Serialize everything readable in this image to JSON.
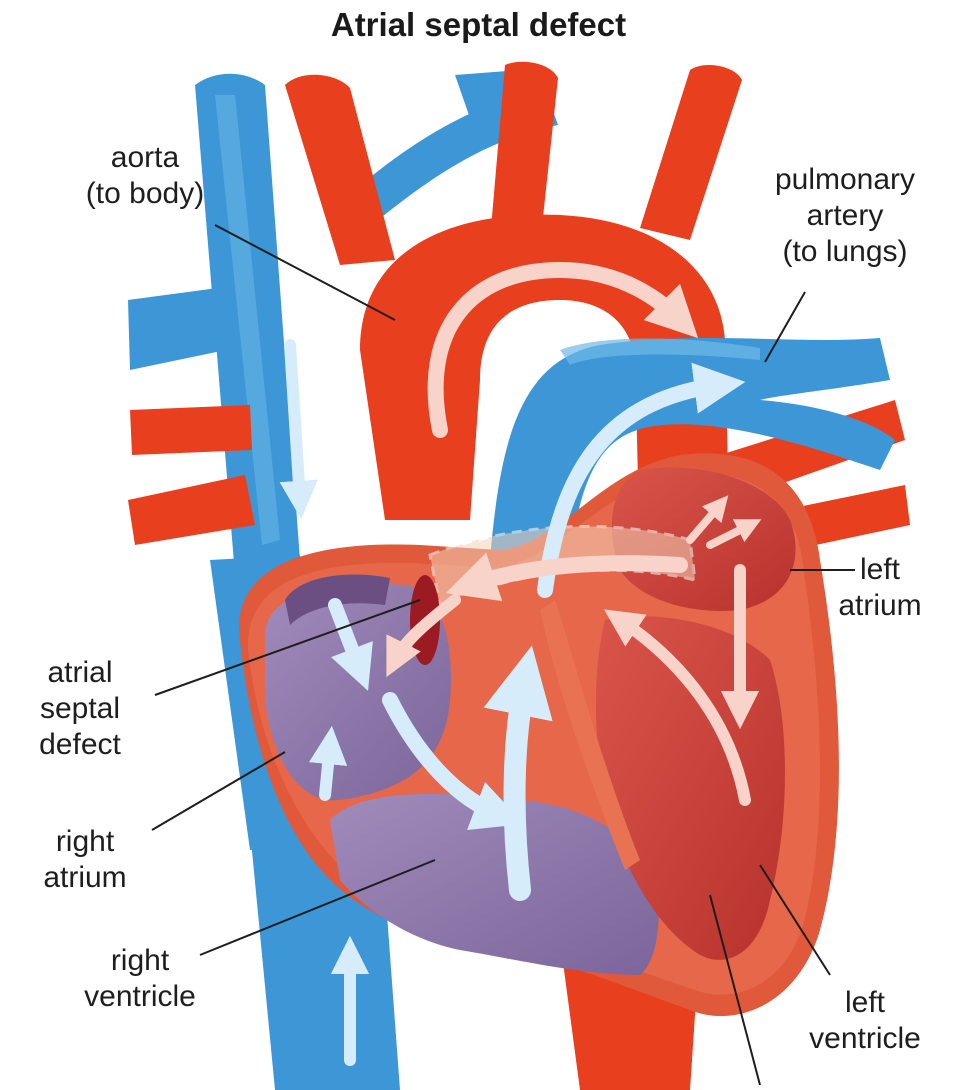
{
  "title": "Atrial septal defect",
  "labels": {
    "aorta": [
      "aorta",
      "(to body)"
    ],
    "pulmonary_artery": [
      "pulmonary",
      "artery",
      "(to lungs)"
    ],
    "left_atrium": [
      "left",
      "atrium"
    ],
    "atrial_septal_defect": [
      "atrial",
      "septal",
      "defect"
    ],
    "right_atrium": [
      "right",
      "atrium"
    ],
    "right_ventricle": [
      "right",
      "ventricle"
    ],
    "left_ventricle": [
      "left",
      "ventricle"
    ]
  },
  "colors": {
    "oxygenated_blood": "#e8401f",
    "deoxygenated_blood": "#3d97d6",
    "heart_muscle": "#e0593a",
    "right_chambers": "#8f78ac",
    "left_chambers": "#c93e34",
    "flow_arrow_blue": "#cfe8f8",
    "flow_arrow_red": "#f6cfc6"
  }
}
